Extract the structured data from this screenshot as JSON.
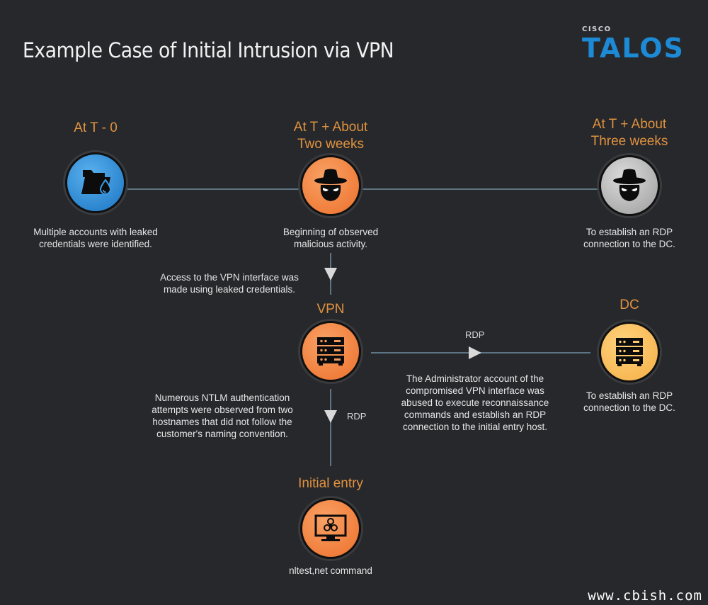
{
  "title": "Example Case of Initial Intrusion via VPN",
  "logo": {
    "top": "CISCO",
    "main": "TALOS"
  },
  "colors": {
    "background": "#27282c",
    "heading": "#e0923f",
    "connector": "#5d7582",
    "arrow": "#d9d9d9",
    "logo_blue": "#1d8ad6"
  },
  "timeline": [
    {
      "heading": "At T - 0",
      "icon": "leaked-folder-icon",
      "color": "#2b8ad8",
      "description": "Multiple accounts with leaked\ncredentials were identified."
    },
    {
      "heading": "At T + About\nTwo weeks",
      "icon": "hacker-icon",
      "color": "#f07f3a",
      "description": "Beginning of observed\nmalicious activity."
    },
    {
      "heading": "At T + About\nThree weeks",
      "icon": "hacker-icon",
      "color": "#bdbdbd",
      "description": "To establish an RDP\nconnection to the DC."
    }
  ],
  "nodes": {
    "vpn": {
      "heading": "VPN",
      "icon": "server-icon",
      "color": "#f07f3a"
    },
    "dc": {
      "heading": "DC",
      "icon": "server-icon",
      "color": "#f7b955",
      "description": "To establish an RDP\nconnection to the DC."
    },
    "initial_entry": {
      "heading": "Initial entry",
      "icon": "biohazard-monitor-icon",
      "color": "#f07f3a",
      "description": "nltest,net command"
    }
  },
  "edges": {
    "to_vpn": {
      "description": "Access to the VPN interface was\nmade using leaked credentials."
    },
    "vpn_to_dc": {
      "label": "RDP",
      "description": "The Administrator account of the\ncompromised VPN interface was\nabused to execute reconnaissance\ncommands and establish an RDP\nconnection to the initial entry host."
    },
    "vpn_to_entry": {
      "label": "RDP",
      "description": "Numerous NTLM authentication\nattempts were observed from two\nhostnames that did not follow the\ncustomer's naming convention."
    }
  },
  "watermark": "www.cbish.com"
}
